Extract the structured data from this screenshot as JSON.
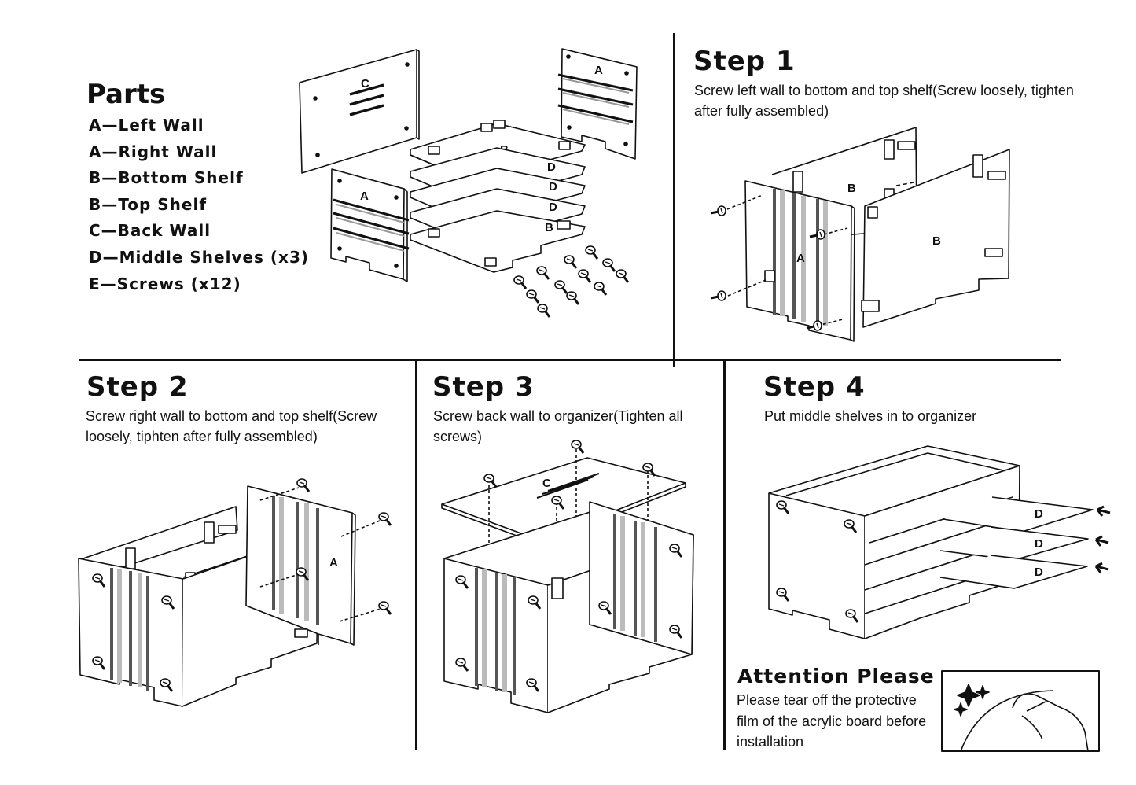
{
  "parts": {
    "title": "Parts",
    "items": [
      {
        "label": "A—Left Wall"
      },
      {
        "label": "A—Right Wall"
      },
      {
        "label": "B—Bottom Shelf"
      },
      {
        "label": "B—Top Shelf"
      },
      {
        "label": "C—Back Wall"
      },
      {
        "label": "D—Middle Shelves (x3)"
      },
      {
        "label": "E—Screws (x12)"
      }
    ],
    "diagram_labels": {
      "back_wall": "C",
      "right_wall": "A",
      "left_wall": "A",
      "top_shelf": "B",
      "mid_shelf_1": "D",
      "mid_shelf_2": "D",
      "mid_shelf_3": "D",
      "bottom_shelf": "B"
    }
  },
  "steps": [
    {
      "title": "Step 1",
      "text": "Screw left wall to bottom and top shelf(Screw loosely, tighten after fully assembled)",
      "labels": {
        "wall": "A",
        "shelf_top": "B",
        "shelf_bottom": "B"
      }
    },
    {
      "title": "Step 2",
      "text": "Screw right wall to bottom and top shelf(Screw loosely, tiphten after fully assembled)",
      "labels": {
        "wall": "A"
      }
    },
    {
      "title": "Step 3",
      "text": "Screw back wall to organizer(Tighten all screws)",
      "labels": {
        "wall": "C"
      }
    },
    {
      "title": "Step 4",
      "text": "Put middle shelves in to organizer",
      "labels": {
        "shelf_1": "D",
        "shelf_2": "D",
        "shelf_3": "D"
      }
    }
  ],
  "attention": {
    "title": "Attention Please",
    "text": "Please tear off the protective film of the acrylic board before installation"
  }
}
